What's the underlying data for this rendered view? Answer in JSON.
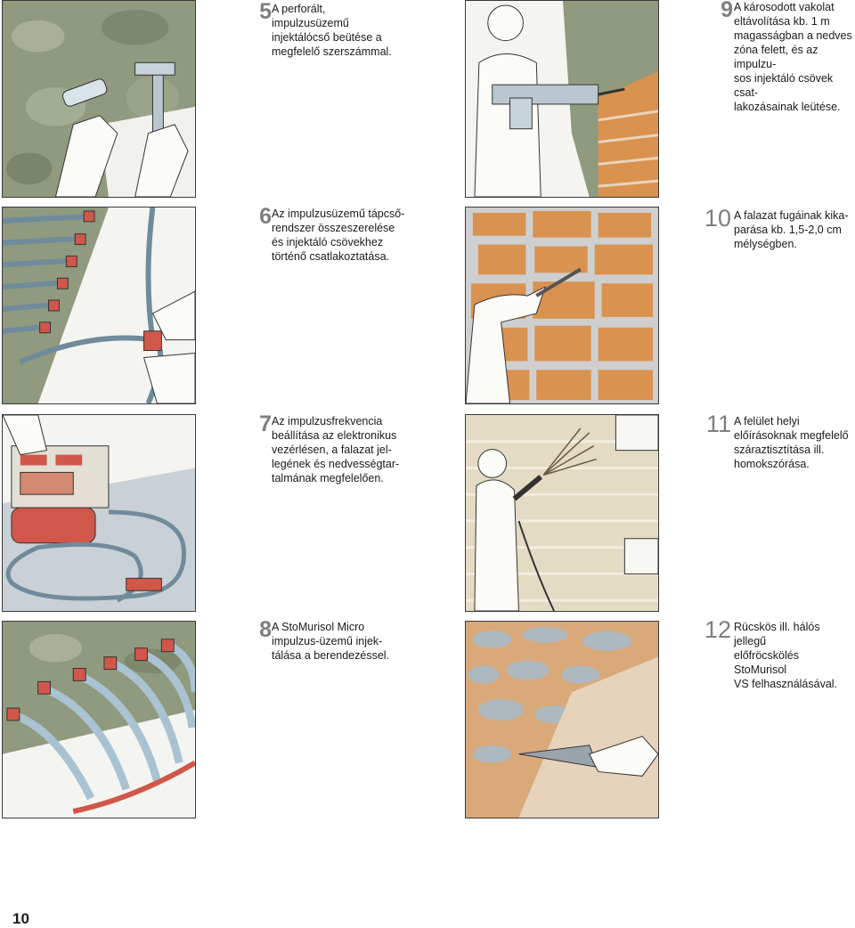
{
  "page_number": "10",
  "steps": [
    {
      "number": "5",
      "text": "A perforált,\nimpulzusüzemű\ninjektálócső beütése a\nmegfelelő szerszámmal."
    },
    {
      "number": "6",
      "text": "Az impulzusüzemű tápcső-\nrendszer összeszerelése\nés injektáló csövekhez\ntörténő csatlakoztatása."
    },
    {
      "number": "7",
      "text": "Az impulzusfrekvencia\nbeállítása az elektronikus\nvezérlésen, a falazat jel-\nlegének és nedvességtar-\ntalmának megfelelően."
    },
    {
      "number": "8",
      "text": "A StoMurisol Micro\nimpulzus-üzemű injek-\ntálása a berendezéssel."
    },
    {
      "number": "9",
      "text": "A károsodott vakolat\neltávolítása kb. 1 m\nmagasságban a nedves\nzóna felett, és az impulzu-\nsos injektáló csövek csat-\nlakozásainak leütése."
    },
    {
      "number": "10",
      "text": "A falazat fugáinak kika-\nparása kb. 1,5-2,0 cm\nmélységben."
    },
    {
      "number": "11",
      "text": "A felület helyi\nelőírásoknak megfelelő\nszáraztisztítása ill.\nhomokszórása."
    },
    {
      "number": "12",
      "text": "Rücskös ill. hálós jellegű\nelőfröcskölés StoMurisol\nVS felhasználásával."
    }
  ],
  "colors": {
    "wall_green": "#8f9a7e",
    "brick_orange": "#d9924f",
    "pipe_blue": "#a9c3d2",
    "connector_red": "#d0574a",
    "mortar_grey": "#cfcfcf"
  }
}
